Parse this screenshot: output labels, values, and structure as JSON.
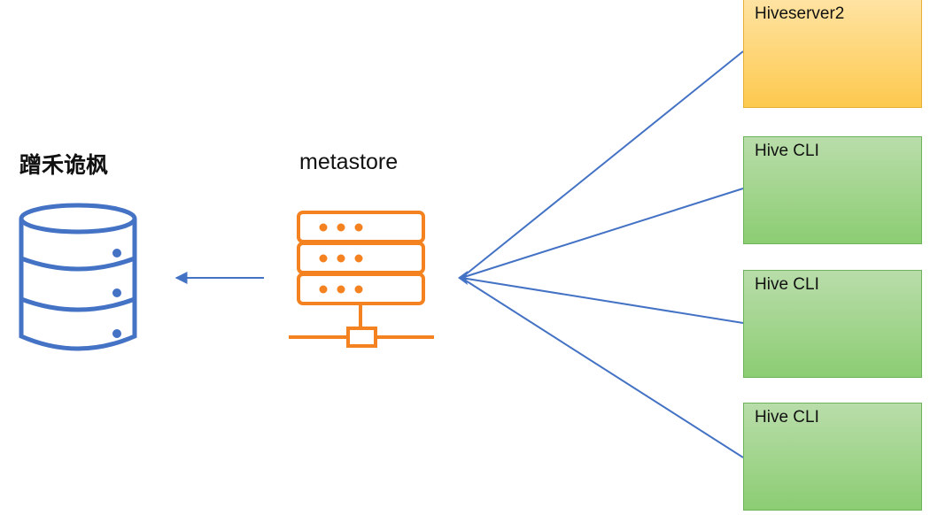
{
  "nodes": {
    "database": {
      "label": "蹭禾诡枫"
    },
    "metastore": {
      "label": "metastore"
    },
    "clients": [
      {
        "label": "Hiveserver2",
        "color": "#fdc94e"
      },
      {
        "label": "Hive CLI",
        "color": "#8ccd73"
      },
      {
        "label": "Hive CLI",
        "color": "#8ccd73"
      },
      {
        "label": "Hive CLI",
        "color": "#8ccd73"
      }
    ]
  },
  "colors": {
    "connector": "#4472c4",
    "database_icon": "#4472c4",
    "server_icon": "#f58220"
  },
  "icons": {
    "database": "database-icon",
    "server": "server-rack-icon"
  }
}
